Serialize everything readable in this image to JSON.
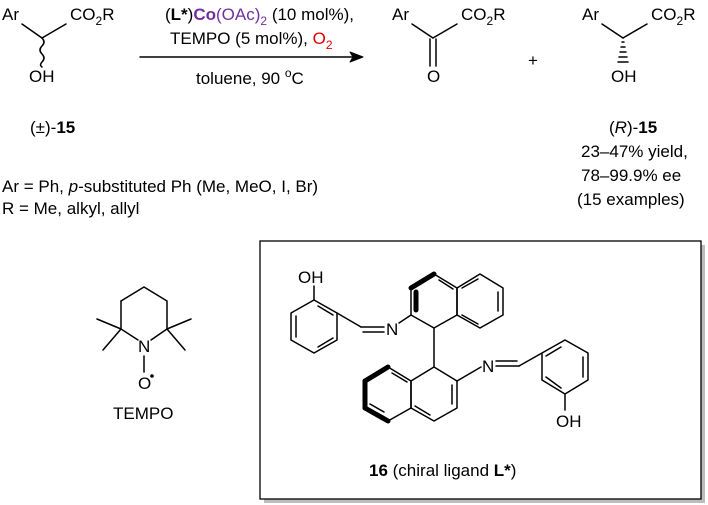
{
  "reaction": {
    "substrate_ar": "Ar",
    "substrate_co2r": "CO",
    "substrate_co2r_sub": "2",
    "substrate_co2r_end": "R",
    "substrate_oh": "OH",
    "substrate_label_prefix": "(±)-",
    "substrate_label_num": "15",
    "catalyst_l": "L*",
    "catalyst_co": "Co",
    "catalyst_oac": "(OAc)",
    "catalyst_oac_sub": "2",
    "catalyst_loading": " (10 mol%),",
    "tempo_line": "TEMPO (5 mol%), ",
    "oxidant": "O",
    "oxidant_sub": "2",
    "conditions": "toluene, 90 ",
    "conditions_deg": "o",
    "conditions_unit": "C",
    "product1_ar": "Ar",
    "product1_co2r": "CO",
    "product1_co2r_sub": "2",
    "product1_co2r_end": "R",
    "product1_o": "O",
    "plus": "+",
    "product2_ar": "Ar",
    "product2_co2r": "CO",
    "product2_co2r_sub": "2",
    "product2_co2r_end": "R",
    "product2_oh": "OH",
    "product2_label_open": "(",
    "product2_label_r": "R",
    "product2_label_close": ")-",
    "product2_label_num": "15",
    "yield_text": "23–47% yield,",
    "ee_text": "78–99.9% ee",
    "examples_text": "(15 examples)"
  },
  "scope": {
    "ar_line_start": "Ar = Ph, ",
    "ar_line_p": "p",
    "ar_line_end": "-substituted Ph (Me, MeO, I, Br)",
    "r_line": "R = Me, alkyl, allyl"
  },
  "tempo": {
    "n": "N",
    "o": "O",
    "label": "TEMPO"
  },
  "ligand": {
    "oh_top": "OH",
    "n_left": "N",
    "n_right": "N",
    "oh_bottom": "OH",
    "label_num": "16",
    "label_mid": " (chiral ligand ",
    "label_l": "L*",
    "label_end": ")"
  },
  "colors": {
    "catalyst_purple": "#7030a0",
    "oxygen_red": "#e00000",
    "frame_shadow": "#bdbdbd"
  }
}
